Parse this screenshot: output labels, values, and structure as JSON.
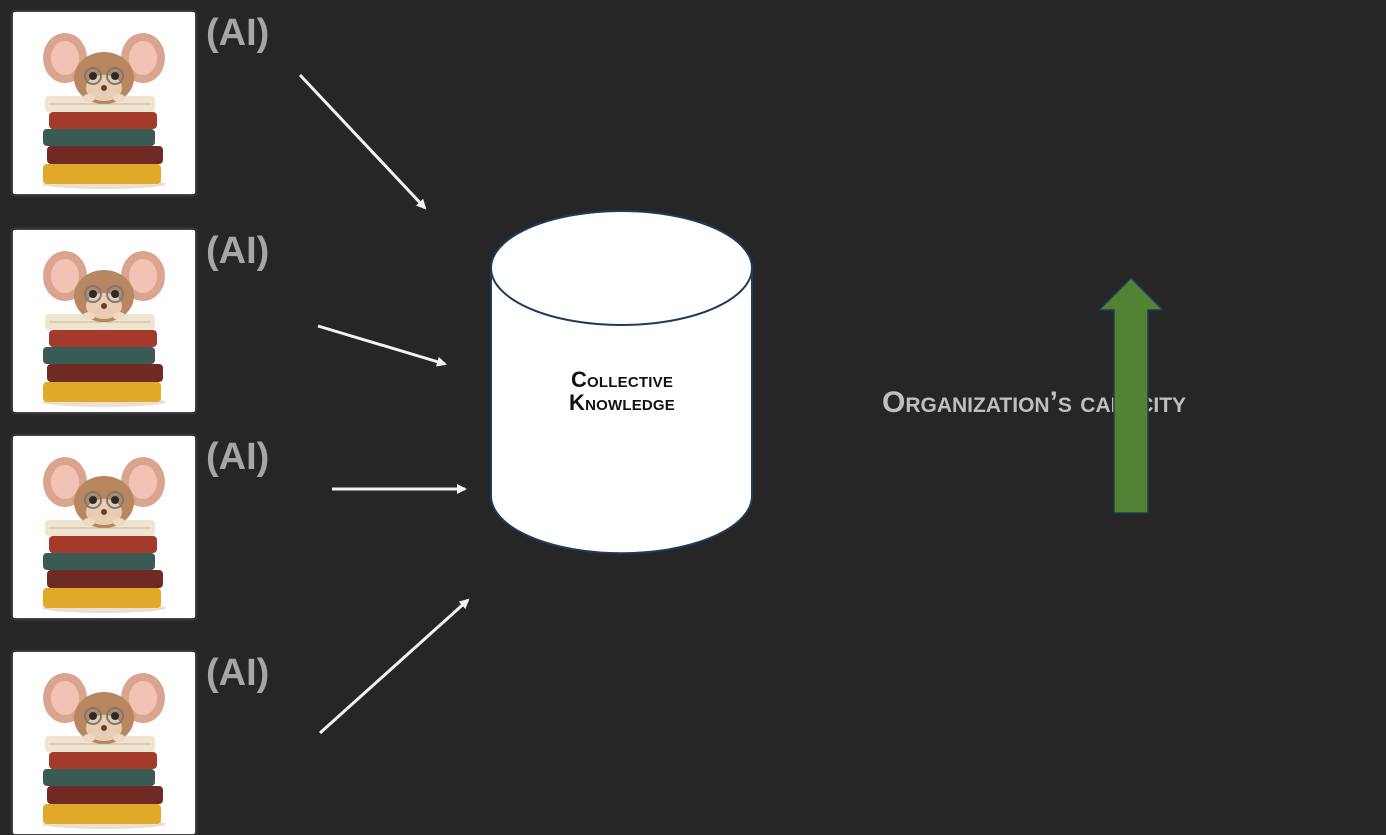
{
  "agents": [
    {
      "tag": "(AI)",
      "image": "mouse-on-books"
    },
    {
      "tag": "(AI)",
      "image": "mouse-on-books"
    },
    {
      "tag": "(AI)",
      "image": "mouse-on-books"
    },
    {
      "tag": "(AI)",
      "image": "mouse-on-books"
    }
  ],
  "repository": {
    "shape": "cylinder",
    "label_line_1": "Collective",
    "label_line_2": "Knowledge"
  },
  "capacity": {
    "label": "Organization’s capacity",
    "arrow_direction": "up",
    "arrow_color": "#548235"
  },
  "colors": {
    "background": "#262626",
    "connector": "#f2f2f2",
    "agent_tag": "#a6a6a6",
    "capacity_text": "#bfbfbf"
  }
}
